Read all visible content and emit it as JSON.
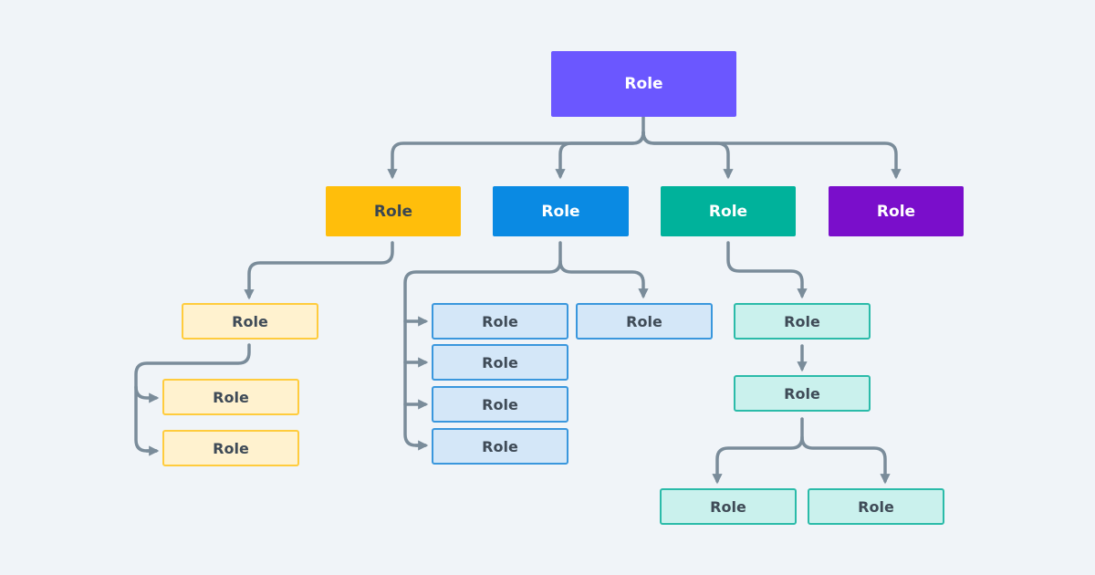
{
  "colors": {
    "connector": "#7a8c9a",
    "root": "#6b57ff",
    "yellow": "#ffbe0b",
    "blue": "#0a8ae3",
    "teal": "#00b29b",
    "violet": "#7a0ecb"
  },
  "nodes": {
    "root": "Role",
    "yellow": "Role",
    "blue": "Role",
    "teal": "Role",
    "violet": "Role",
    "yellow_child": "Role",
    "yellow_grandchild_1": "Role",
    "yellow_grandchild_2": "Role",
    "blue_child_1": "Role",
    "blue_child_2": "Role",
    "blue_child_3": "Role",
    "blue_child_4": "Role",
    "blue_child_5": "Role",
    "teal_child": "Role",
    "teal_grandchild": "Role",
    "teal_leaf_1": "Role",
    "teal_leaf_2": "Role"
  }
}
